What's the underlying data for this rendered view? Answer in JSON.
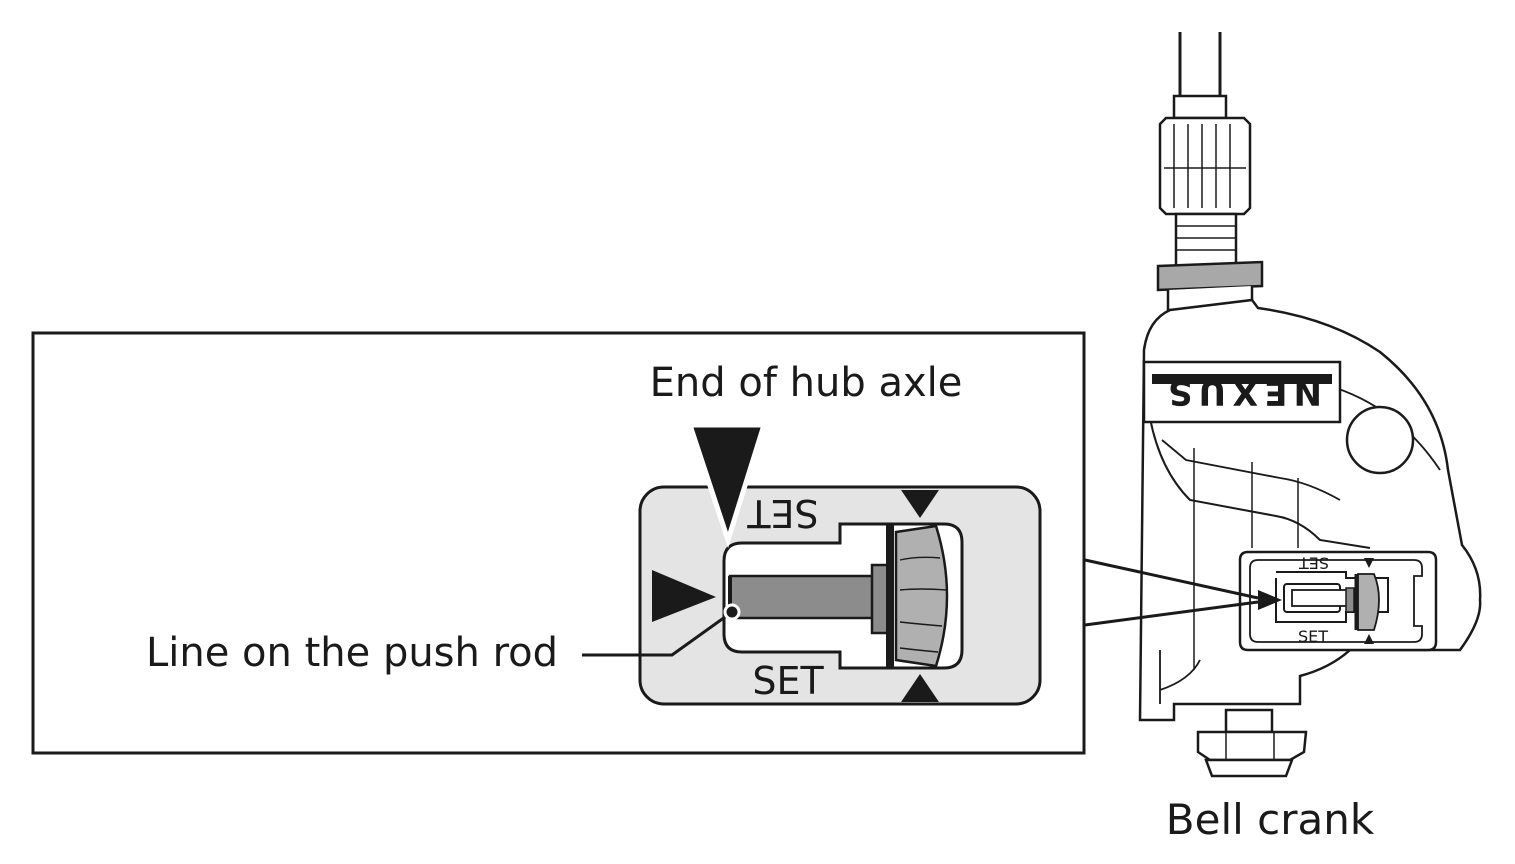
{
  "labels": {
    "end_of_hub_axle": "End of hub axle",
    "line_on_push_rod": "Line on the push rod",
    "bell_crank": "Bell crank"
  },
  "markings": {
    "set_top": "SET",
    "set_bottom": "SET",
    "set_small_top": "SET",
    "set_small_bottom": "SET",
    "logo": "NEXUS"
  },
  "colors": {
    "outline": "#1a1a1a",
    "window_fill": "#e4e4e4",
    "rod_fill": "#8c8c8c",
    "ring_fill": "#b0b0b0"
  }
}
